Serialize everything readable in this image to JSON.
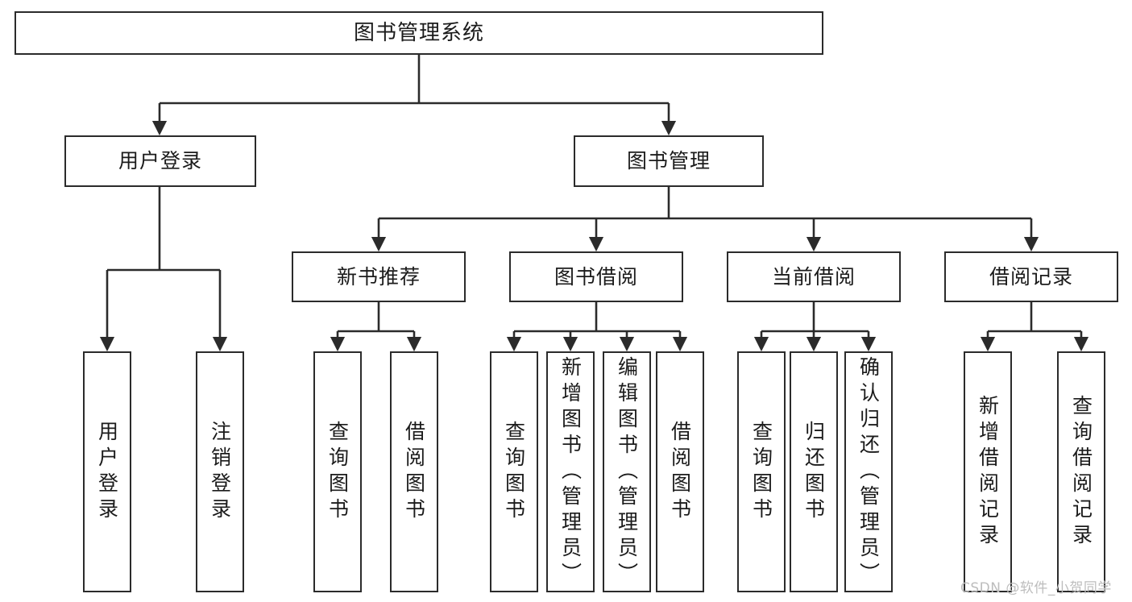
{
  "diagram": {
    "title": "图书管理系统",
    "type": "tree-hierarchy-chart",
    "colors": {
      "background": "#ffffff",
      "box_border": "#2b2b2b",
      "box_fill": "#ffffff",
      "text": "#1b1b1b",
      "connector": "#2b2b2b",
      "watermark": "#bdbdbd"
    },
    "watermark": "CSDN @软件_小贺同学"
  },
  "nodes": {
    "root": {
      "label": "图书管理系统"
    },
    "level2": [
      {
        "label": "用户登录"
      },
      {
        "label": "图书管理"
      }
    ],
    "level3": [
      {
        "label": "新书推荐"
      },
      {
        "label": "图书借阅"
      },
      {
        "label": "当前借阅"
      },
      {
        "label": "借阅记录"
      }
    ],
    "leaves": {
      "user_login": [
        {
          "label": "用户登录"
        },
        {
          "label": "注销登录"
        }
      ],
      "new_book_recommend": [
        {
          "label": "查询图书"
        },
        {
          "label": "借阅图书"
        }
      ],
      "book_borrow": [
        {
          "label": "查询图书"
        },
        {
          "label": "新增图书（管理员）"
        },
        {
          "label": "编辑图书（管理员）"
        },
        {
          "label": "借阅图书"
        }
      ],
      "current_borrow": [
        {
          "label": "查询图书"
        },
        {
          "label": "归还图书"
        },
        {
          "label": "确认归还（管理员）"
        }
      ],
      "borrow_record": [
        {
          "label": "新增借阅记录"
        },
        {
          "label": "查询借阅记录"
        }
      ]
    }
  }
}
